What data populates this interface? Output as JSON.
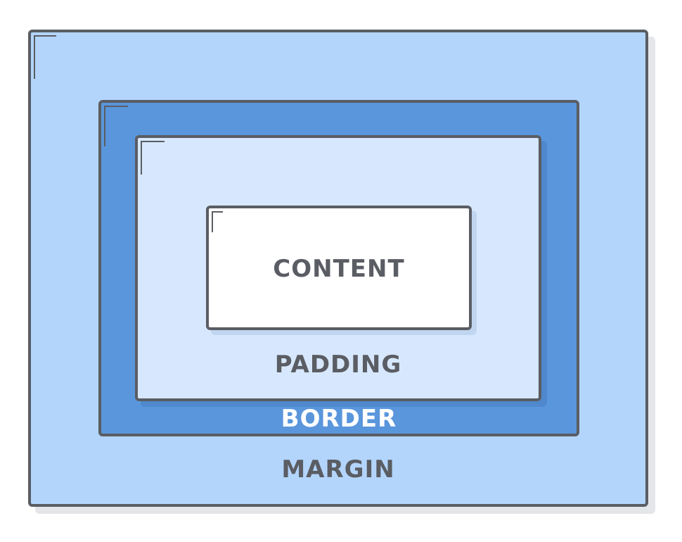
{
  "diagram": {
    "content_label": "CONTENT",
    "padding_label": "PADDING",
    "border_label": "BORDER",
    "margin_label": "MARGIN",
    "colors": {
      "margin": "#b3d5fc",
      "border": "#5a96dc",
      "padding": "#d7e8fe",
      "content": "#ffffff",
      "outline": "#5a5d63",
      "text_dark": "#5a5d63",
      "text_light": "#ffffff"
    }
  }
}
